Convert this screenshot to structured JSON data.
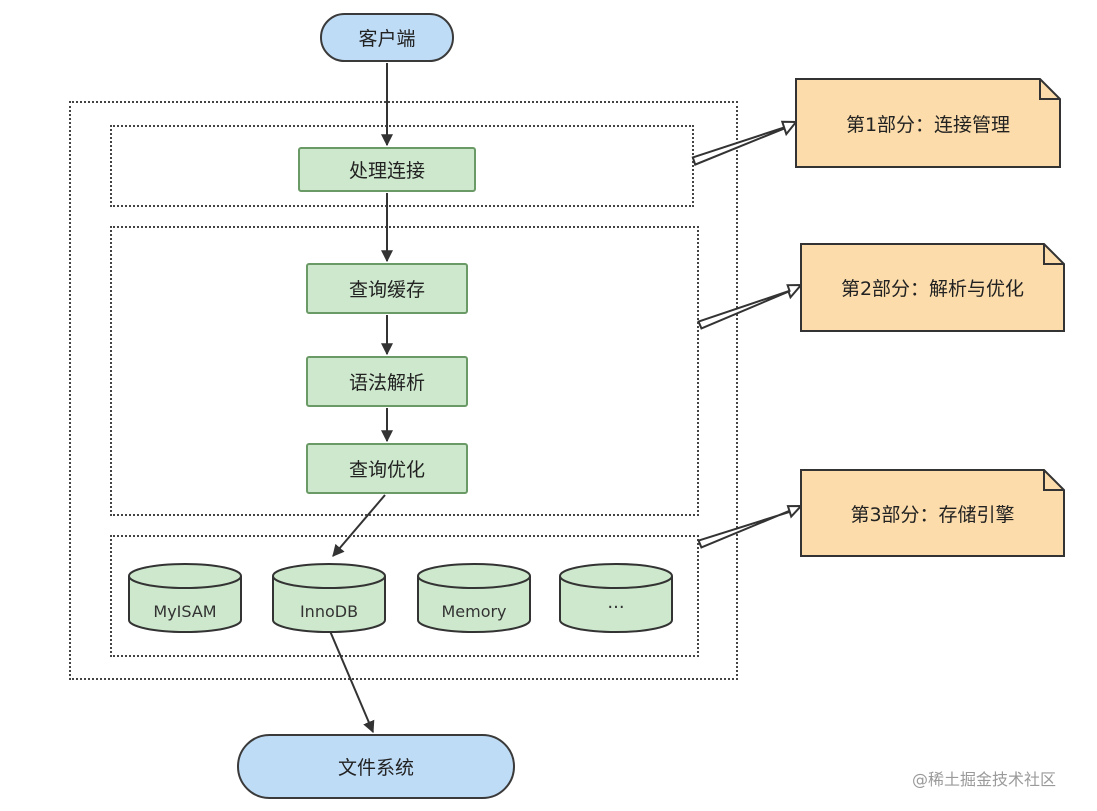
{
  "diagram": {
    "client": "客户端",
    "filesystem": "文件系统",
    "steps": {
      "connection": "处理连接",
      "cache": "查询缓存",
      "parse": "语法解析",
      "optimize": "查询优化"
    },
    "engines": [
      "MyISAM",
      "InnoDB",
      "Memory",
      "···"
    ],
    "notes": [
      "第1部分：连接管理",
      "第2部分：解析与优化",
      "第3部分：存储引擎"
    ],
    "colors": {
      "terminal_fill": "#bfdcf6",
      "process_fill": "#cde8cc",
      "process_border": "#6a9a65",
      "note_fill": "#fcdcaa",
      "cylinder_fill": "#cde8cc"
    }
  },
  "watermark": "@稀土掘金技术社区"
}
